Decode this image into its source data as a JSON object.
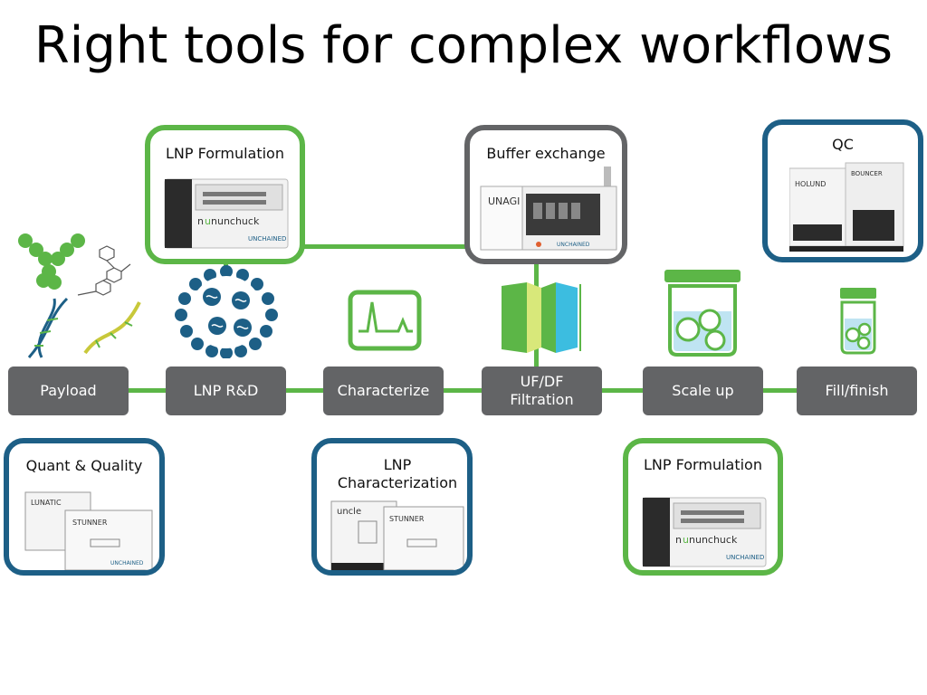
{
  "title": "Right tools for complex workflows",
  "steps": [
    {
      "label": "Payload"
    },
    {
      "label": "LNP R&D"
    },
    {
      "label": "Characterize"
    },
    {
      "label": "UF/DF Filtration"
    },
    {
      "label": "Scale up"
    },
    {
      "label": "Fill/finish"
    }
  ],
  "cards": {
    "lnp_formulation_top": "LNP Formulation",
    "buffer_exchange": "Buffer exchange",
    "qc": "QC",
    "quant_quality": "Quant & Quality",
    "lnp_characterization": "LNP Characterization",
    "lnp_formulation_bottom": "LNP Formulation"
  },
  "instrument_labels": {
    "nunchuck": "nunchuck",
    "unchained": "UNCHAINED",
    "unagi": "UNAGI",
    "holund": "HOLUND",
    "bouncer": "BOUNCER",
    "lunatic": "LUNATIC",
    "stunner": "STUNNER",
    "uncle": "uncle"
  },
  "colors": {
    "green": "#5cb647",
    "blue": "#1d5f86",
    "gray": "#636466"
  }
}
